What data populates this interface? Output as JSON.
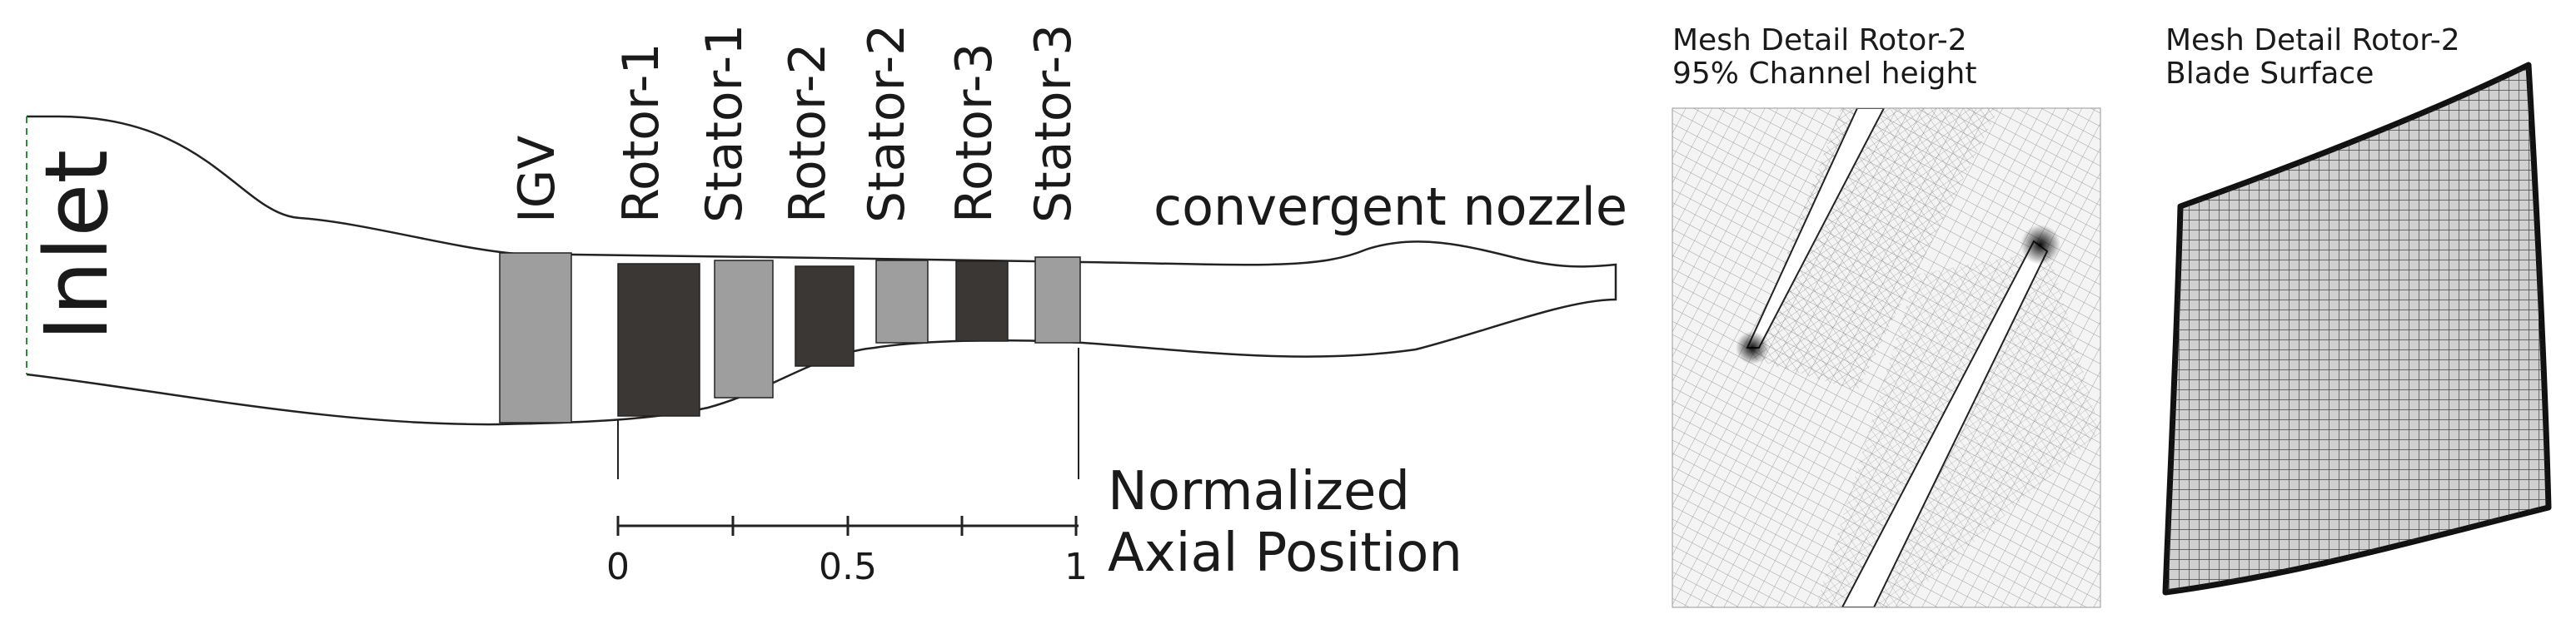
{
  "diagram": {
    "inlet_label": "Inlet",
    "stages": [
      {
        "name": "IGV",
        "type": "stator"
      },
      {
        "name": "Rotor-1",
        "type": "rotor"
      },
      {
        "name": "Stator-1",
        "type": "stator"
      },
      {
        "name": "Rotor-2",
        "type": "rotor"
      },
      {
        "name": "Stator-2",
        "type": "stator"
      },
      {
        "name": "Rotor-3",
        "type": "rotor"
      },
      {
        "name": "Stator-3",
        "type": "stator"
      }
    ],
    "nozzle_label": "convergent nozzle",
    "axis": {
      "label_line1": "Normalized",
      "label_line2": "Axial Position",
      "ticks": [
        "0",
        "0.5",
        "1"
      ]
    },
    "colors": {
      "rotor": "#3a3735",
      "stator": "#9e9e9e",
      "outline": "#222222",
      "inlet_edge": "#2e8b3a"
    }
  },
  "mesh_panels": [
    {
      "title_line1": "Mesh Detail Rotor-2",
      "title_line2": "95% Channel height"
    },
    {
      "title_line1": "Mesh Detail Rotor-2",
      "title_line2": "Blade Surface"
    }
  ]
}
